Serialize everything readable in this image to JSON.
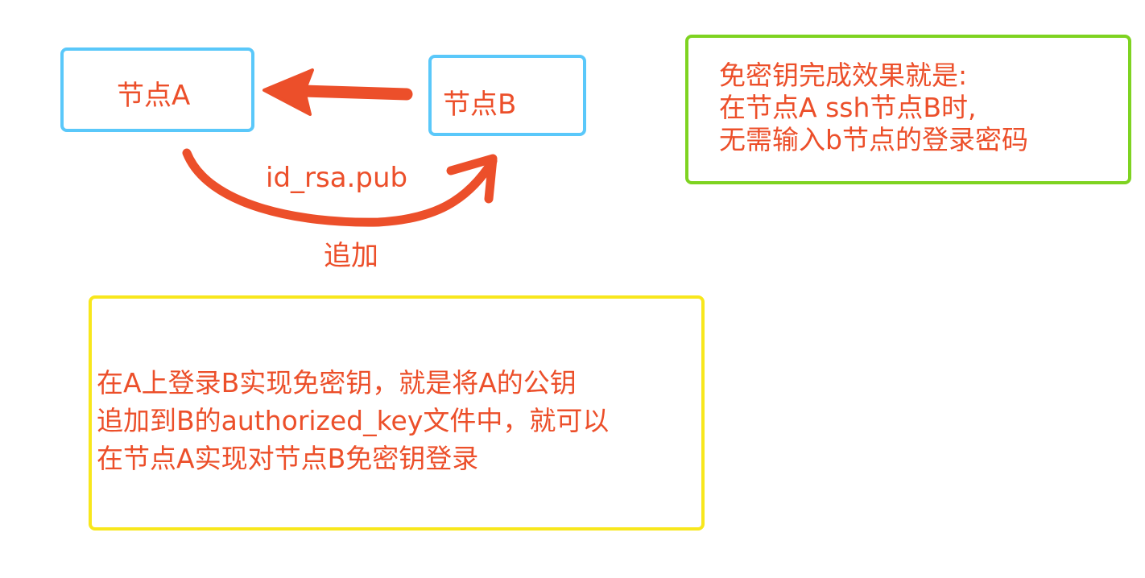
{
  "node_a": {
    "label": "节点A"
  },
  "node_b": {
    "label": "节点B"
  },
  "transfer": {
    "file_label": "id_rsa.pub",
    "action_label": "追加"
  },
  "result_note": {
    "lines": [
      "免密钥完成效果就是:",
      "在节点A ssh节点B时,",
      "无需输入b节点的登录密码"
    ]
  },
  "explanation_note": {
    "lines": [
      "在A上登录B实现免密钥，就是将A的公钥",
      "追加到B的authorized_key文件中，就可以",
      "在节点A实现对节点B免密钥登录"
    ]
  },
  "colors": {
    "text": "#ec4f2a",
    "arrow": "#ec4f2a",
    "node_border": "#5ac8fa",
    "result_border": "#7ed321",
    "explanation_border": "#f8e71c"
  }
}
